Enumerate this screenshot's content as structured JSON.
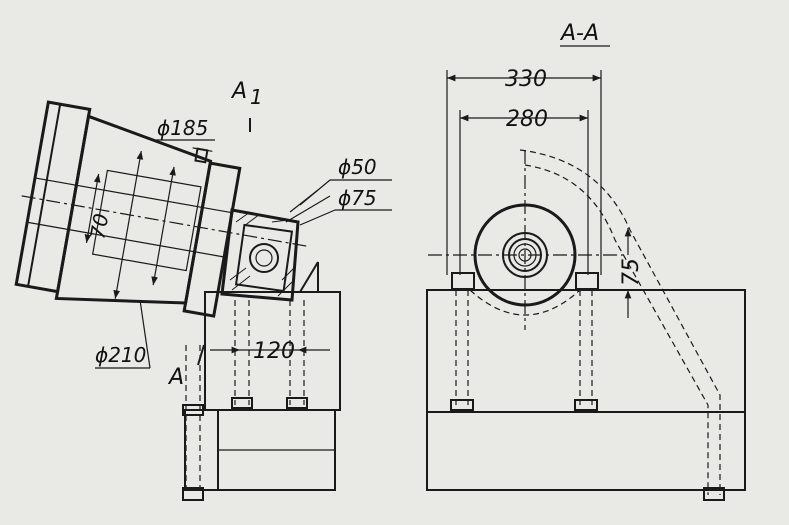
{
  "labels": {
    "section_view_title": "A-A",
    "section_marker_top": "A",
    "section_marker_top_sub": "1",
    "section_marker_bottom": "A",
    "dim_330": "330",
    "dim_280": "280",
    "dim_75_right": "75",
    "dim_phi185": "ϕ185",
    "dim_phi50": "ϕ50",
    "dim_phi75": "ϕ75",
    "dim_70": "70",
    "dim_phi210": "ϕ210",
    "dim_120": "120"
  },
  "colors": {
    "paper": "#e9e9e6",
    "ink": "#1a1a1a"
  }
}
